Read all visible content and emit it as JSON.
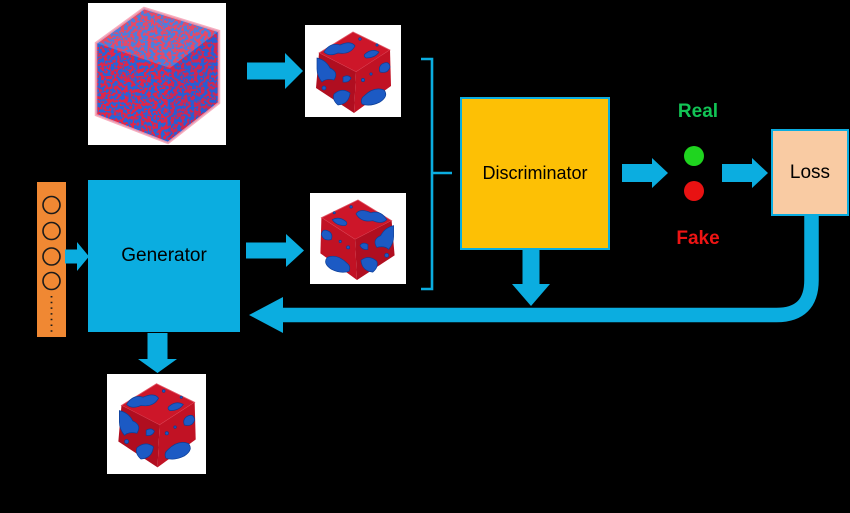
{
  "colors": {
    "bg": "#000000",
    "white": "#ffffff",
    "cyan": "#0bade0",
    "yellow": "#fdc005",
    "peach": "#f9cba3",
    "orange": "#f08833",
    "green-text": "#12c455",
    "green-dot": "#1fd41f",
    "red-text": "#ee1414",
    "red-dot": "#e81212"
  },
  "nodes": {
    "generator": {
      "label": "Generator"
    },
    "discriminator": {
      "label": "Discriminator"
    },
    "loss": {
      "label": "Loss"
    },
    "real": {
      "label": "Real"
    },
    "fake": {
      "label": "Fake"
    }
  },
  "latent_vector": {
    "circle_count": 4,
    "continuation": "dotted"
  },
  "images": {
    "training_volume": "red-blue-3d-microstructure-volume",
    "real_sample": "red-blue-3d-cube-sample",
    "generated_sample": "red-blue-3d-cube-sample",
    "generator_output": "red-blue-3d-cube-sample"
  }
}
